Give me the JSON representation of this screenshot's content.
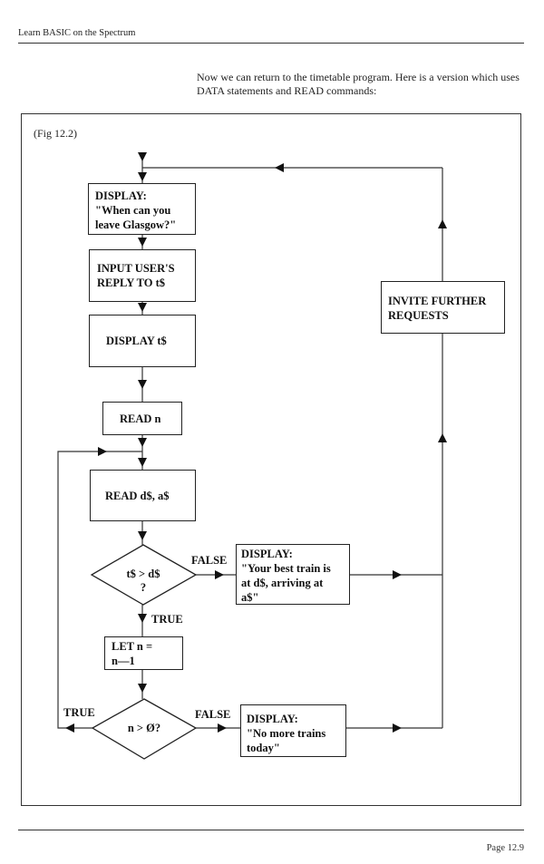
{
  "page": {
    "running_head": "Learn BASIC on the Spectrum",
    "intro_text": "Now we can return to the timetable program. Here is a version which uses DATA statements and READ commands:",
    "page_number": "Page 12.9"
  },
  "figure": {
    "label": "(Fig 12.2)",
    "nodes": {
      "display_prompt": "DISPLAY:\n\"When can you\nleave Glasgow?\"",
      "input_reply": "INPUT USER'S\nREPLY TO t$",
      "display_t": "DISPLAY t$",
      "read_n": "READ n",
      "read_d_a": "READ d$, a$",
      "decision_compare": "t$ > d$\n?",
      "let_n": "LET n =\nn—1",
      "decision_n": "n > Ø?",
      "display_best": "DISPLAY:\n\"Your best train is\nat d$, arriving at\na$\"",
      "display_none": "DISPLAY:\n\"No more trains\ntoday\"",
      "invite": "INVITE FURTHER\nREQUESTS"
    },
    "edge_labels": {
      "compare_false": "FALSE",
      "compare_true": "TRUE",
      "n_true": "TRUE",
      "n_false": "FALSE"
    }
  }
}
